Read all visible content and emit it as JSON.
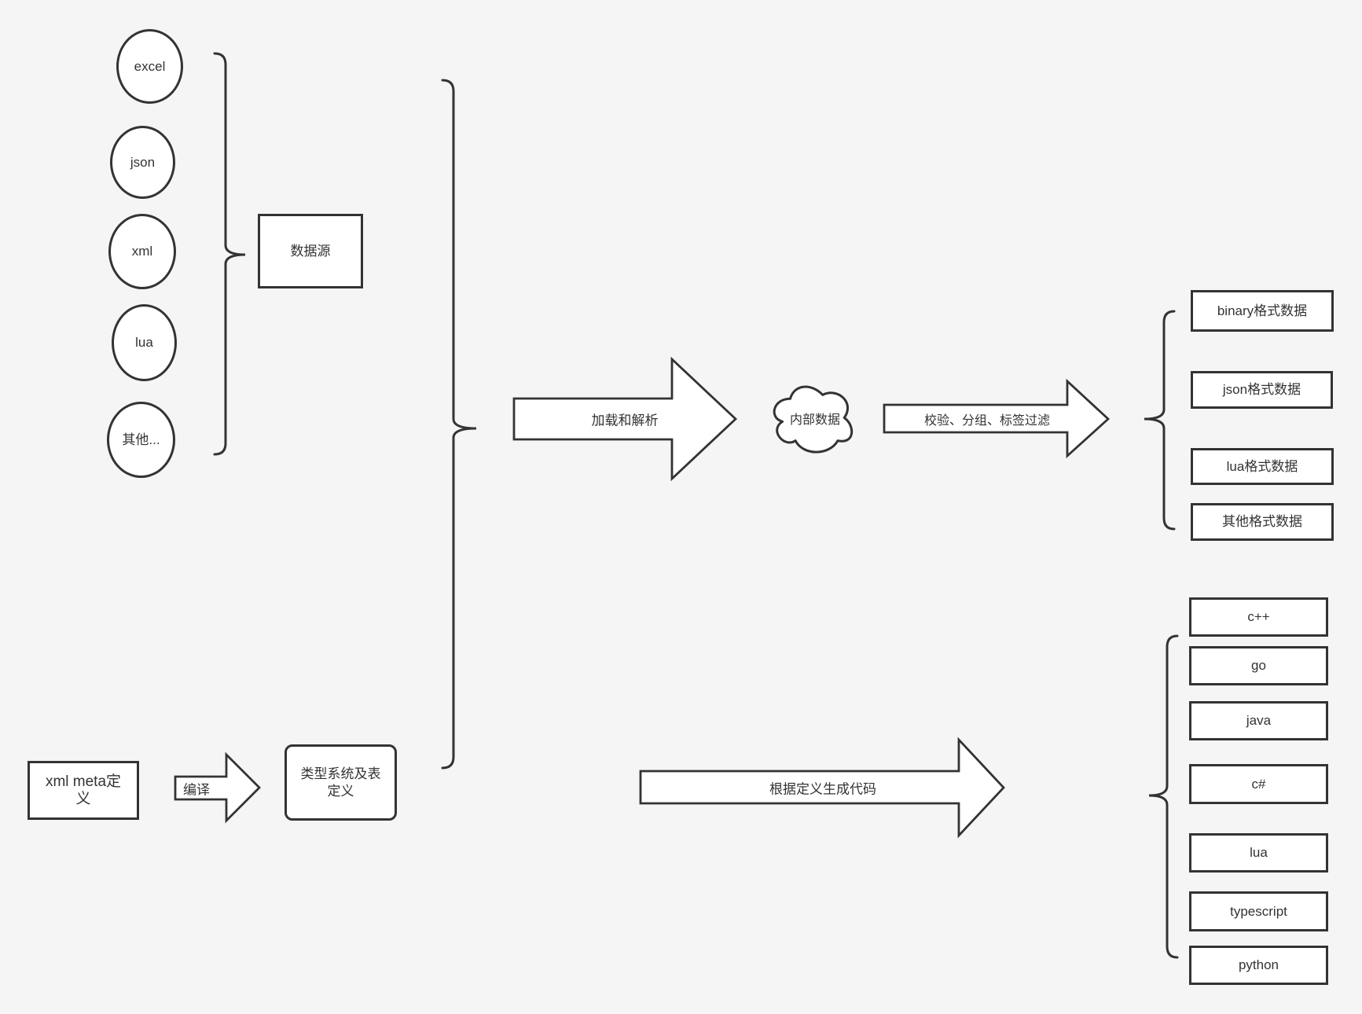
{
  "palette": {
    "background": "#f5f5f5",
    "stroke": "#333333",
    "shape_fill": "#ffffff",
    "text": "#333333"
  },
  "data_sources": {
    "group_label": "数据源",
    "items": [
      "excel",
      "json",
      "xml",
      "lua",
      "其他..."
    ]
  },
  "definitions": {
    "xml_meta_box": "xml meta定义",
    "compile_arrow_label": "编译",
    "type_system_box": "类型系统及表定义"
  },
  "pipeline": {
    "load_parse_arrow_label": "加载和解析",
    "internal_data_cloud_label": "内部数据",
    "filter_arrow_label": "校验、分组、标签过滤",
    "generate_code_arrow_label": "根据定义生成代码"
  },
  "output_formats": [
    "binary格式数据",
    "json格式数据",
    "lua格式数据",
    "其他格式数据"
  ],
  "target_languages": [
    "c++",
    "go",
    "java",
    "c#",
    "lua",
    "typescript",
    "python"
  ]
}
